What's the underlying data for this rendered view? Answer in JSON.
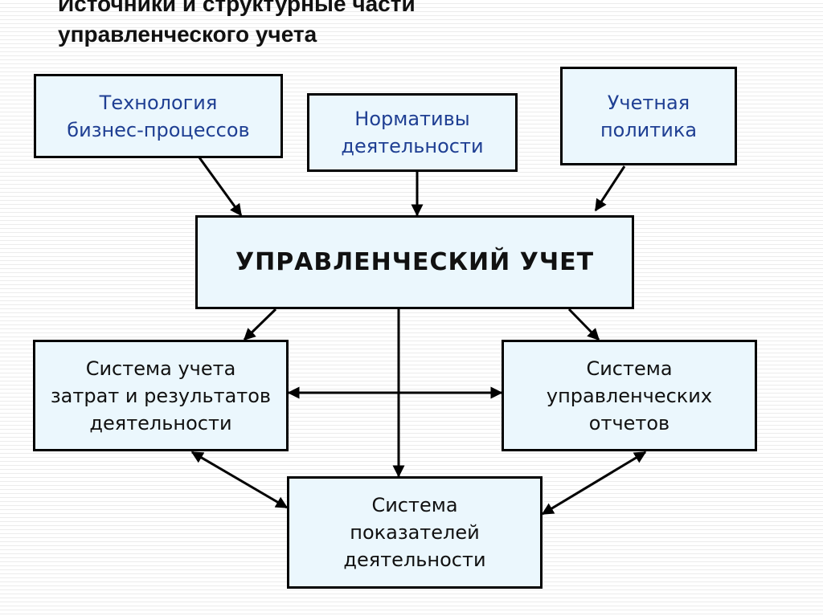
{
  "title": {
    "line1": "Источники и структурные части",
    "line2": "управленческого учета"
  },
  "nodes": {
    "technology": "Технология\nбизнес-процессов",
    "norms": "Нормативы\nдеятельности",
    "policy": "Учетная\nполитика",
    "main": "УПРАВЛЕНЧЕСКИЙ УЧЕТ",
    "costs": "Система учета\nзатрат и результатов\nдеятельности",
    "reports": "Система\nуправленческих\nотчетов",
    "indicators": "Система\nпоказателей\nдеятельности"
  },
  "colors": {
    "box_fill": "#ebf7fd",
    "source_text": "#1f3f93",
    "part_text": "#111111",
    "border": "#000000"
  }
}
